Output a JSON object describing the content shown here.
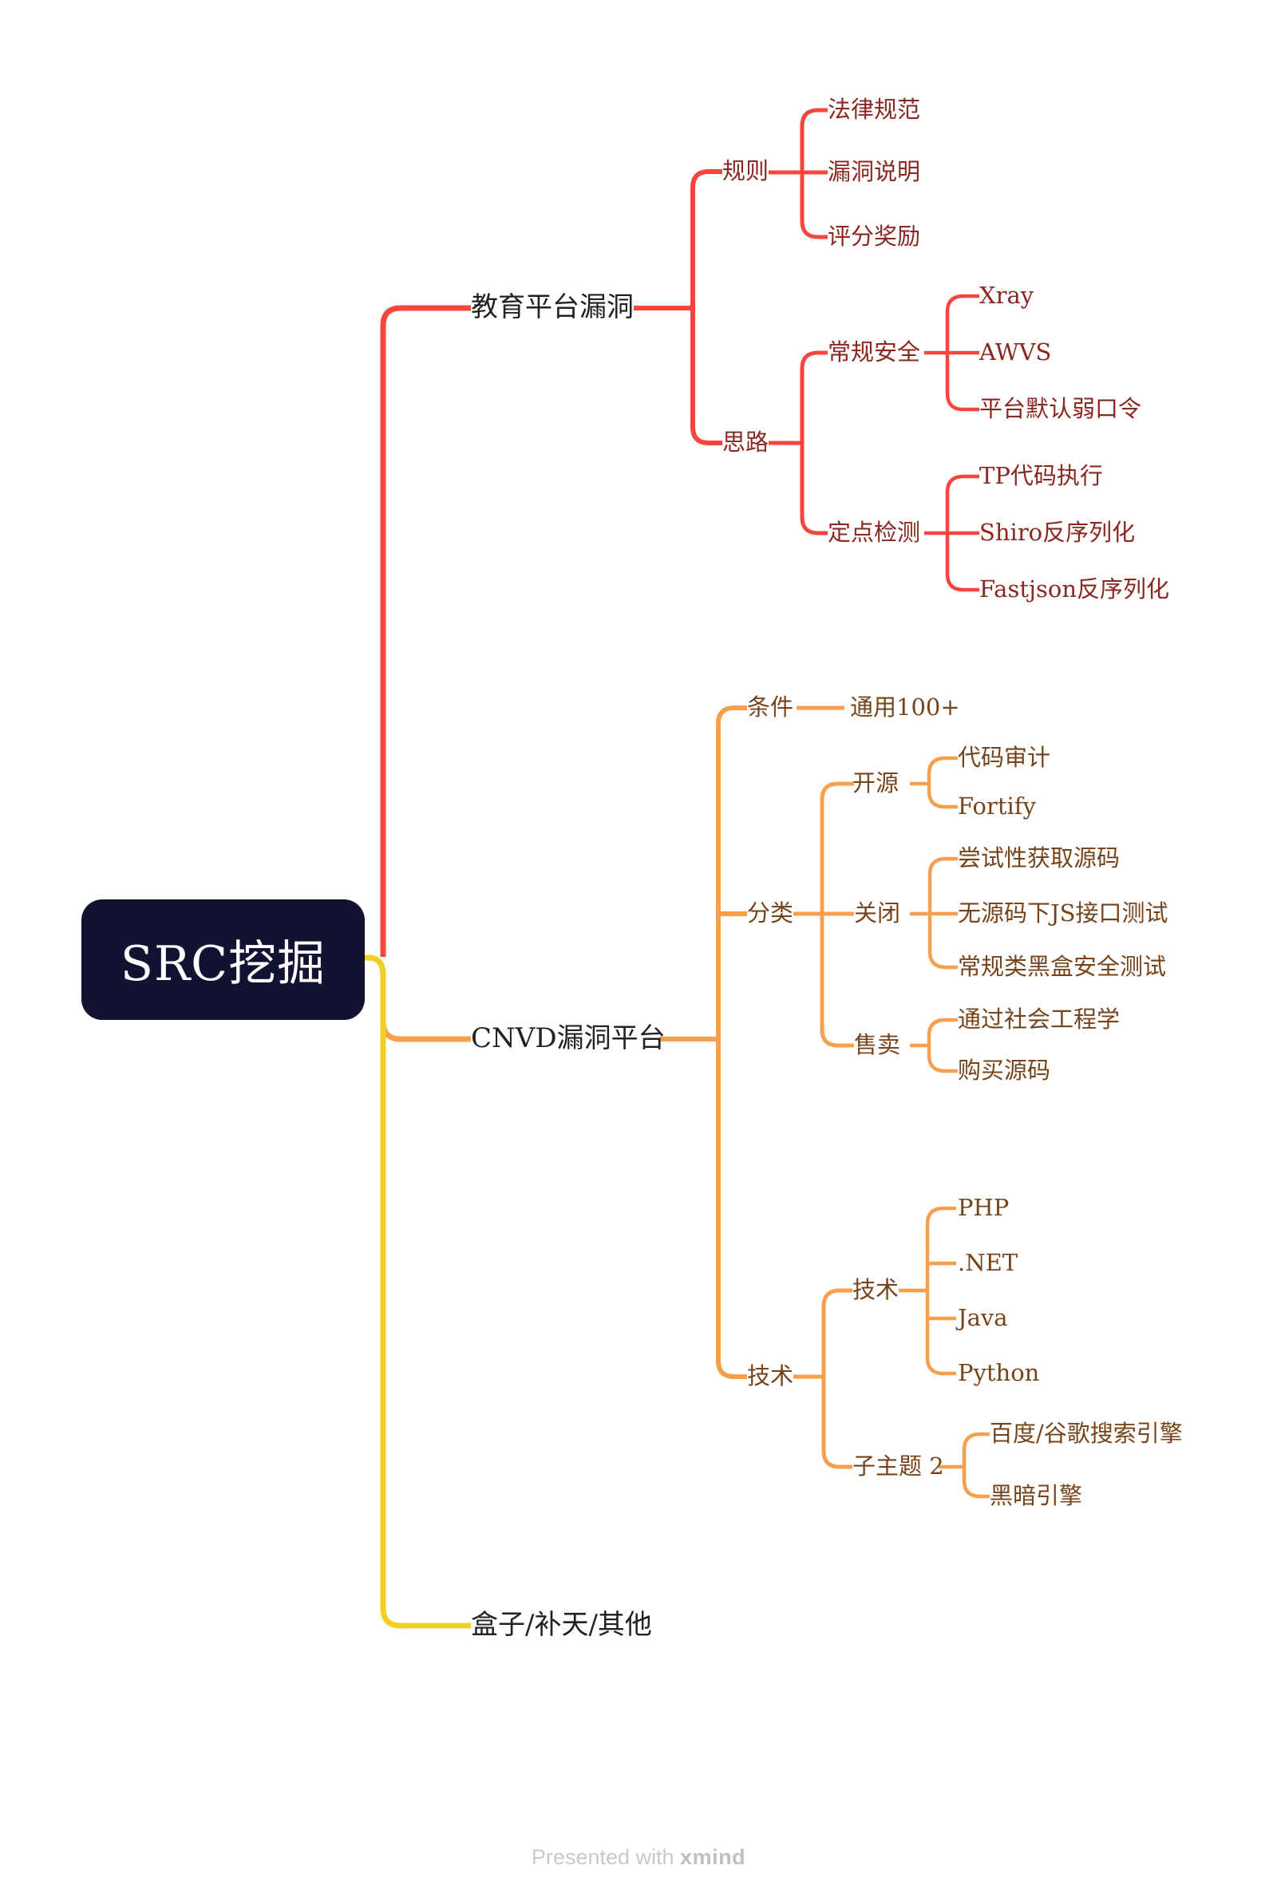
{
  "map": {
    "root": {
      "label": "SRC挖掘"
    },
    "branches": [
      {
        "label": "教育平台漏洞",
        "line_color": "#f6453c",
        "text_color": "#8a2721",
        "children": [
          {
            "label": "规则",
            "children": [
              {
                "label": "法律规范"
              },
              {
                "label": "漏洞说明"
              },
              {
                "label": "评分奖励"
              }
            ]
          },
          {
            "label": "思路",
            "children": [
              {
                "label": "常规安全",
                "children": [
                  {
                    "label": "Xray"
                  },
                  {
                    "label": "AWVS"
                  },
                  {
                    "label": "平台默认弱口令"
                  }
                ]
              },
              {
                "label": "定点检测",
                "children": [
                  {
                    "label": "TP代码执行"
                  },
                  {
                    "label": "Shiro反序列化"
                  },
                  {
                    "label": "Fastjson反序列化"
                  }
                ]
              }
            ]
          }
        ]
      },
      {
        "label": "CNVD漏洞平台",
        "line_color": "#f89f4e",
        "text_color": "#76441b",
        "children": [
          {
            "label": "条件",
            "children": [
              {
                "label": "通用100+"
              }
            ]
          },
          {
            "label": "分类",
            "children": [
              {
                "label": "开源",
                "children": [
                  {
                    "label": "代码审计"
                  },
                  {
                    "label": "Fortify"
                  }
                ]
              },
              {
                "label": "关闭",
                "children": [
                  {
                    "label": "尝试性获取源码"
                  },
                  {
                    "label": "无源码下JS接口测试"
                  },
                  {
                    "label": "常规类黑盒安全测试"
                  }
                ]
              },
              {
                "label": "售卖",
                "children": [
                  {
                    "label": "通过社会工程学"
                  },
                  {
                    "label": "购买源码"
                  }
                ]
              }
            ]
          },
          {
            "label": "技术",
            "children": [
              {
                "label": "技术",
                "children": [
                  {
                    "label": "PHP"
                  },
                  {
                    "label": ".NET"
                  },
                  {
                    "label": "Java"
                  },
                  {
                    "label": "Python"
                  }
                ]
              },
              {
                "label": "子主题 2",
                "children": [
                  {
                    "label": "百度/谷歌搜索引擎"
                  },
                  {
                    "label": "黑暗引擎"
                  }
                ]
              }
            ]
          }
        ]
      },
      {
        "label": "盒子/补天/其他",
        "line_color": "#f0d123",
        "text_color": "#222222",
        "children": []
      }
    ]
  },
  "footer": {
    "text": "Presented with",
    "brand": "xmind"
  },
  "colors": {
    "root_bg": "#141233",
    "root_text": "#ffffff",
    "level1_text": "#222222",
    "red_line": "#f6453c",
    "red_text": "#8a2721",
    "orange_line": "#f89f4e",
    "orange_text": "#76441b",
    "yellow_line": "#f0d123",
    "footer_text": "#c9c9cd"
  }
}
